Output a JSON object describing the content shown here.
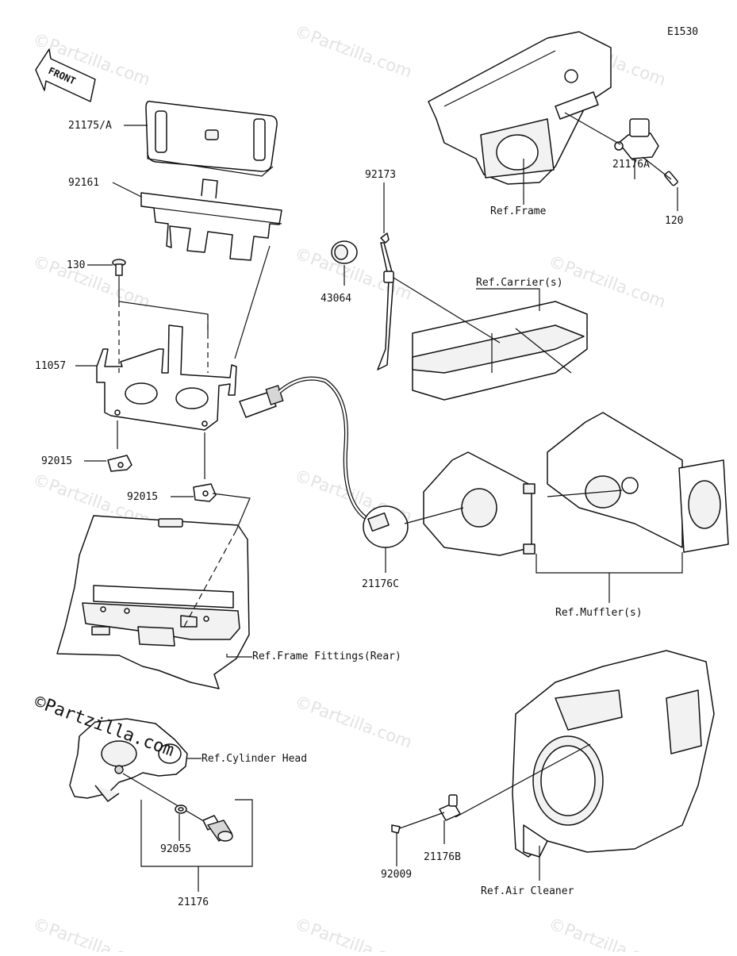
{
  "diagram_code": "E1530",
  "watermark": "©Partzilla.com",
  "front_label": "FRONT",
  "part_labels": {
    "p21175a": "21175/A",
    "p92161": "92161",
    "p130": "130",
    "p11057": "11057",
    "p92015a": "92015",
    "p92015b": "92015",
    "p92173": "92173",
    "p43064": "43064",
    "p21176a": "21176A",
    "p120": "120",
    "p21176c": "21176C",
    "p92055": "92055",
    "p21176": "21176",
    "p92009": "92009",
    "p21176b": "21176B"
  },
  "ref_labels": {
    "frame": "Ref.Frame",
    "carriers": "Ref.Carrier(s)",
    "mufflers": "Ref.Muffler(s)",
    "frame_fittings": "Ref.Frame Fittings(Rear)",
    "cylinder_head": "Ref.Cylinder Head",
    "air_cleaner": "Ref.Air Cleaner"
  }
}
